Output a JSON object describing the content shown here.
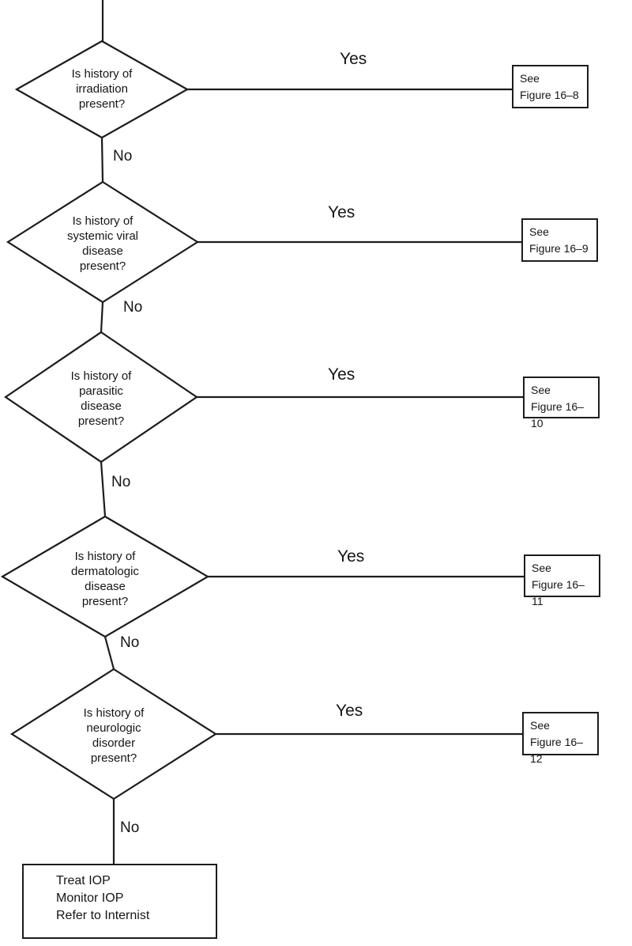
{
  "diagram": {
    "nodes": [
      {
        "question": "Is history of\nirradiation\npresent?",
        "yes": "Yes",
        "no": "No",
        "see": "See\nFigure 16–8"
      },
      {
        "question": "Is history of\nsystemic viral\ndisease\npresent?",
        "yes": "Yes",
        "no": "No",
        "see": "See\nFigure 16–9"
      },
      {
        "question": "Is history of\nparasitic\ndisease\npresent?",
        "yes": "Yes",
        "no": "No",
        "see": "See\nFigure 16–10"
      },
      {
        "question": "Is history of\ndermatologic\ndisease\npresent?",
        "yes": "Yes",
        "no": "No",
        "see": "See\nFigure 16–11"
      },
      {
        "question": "Is history of\nneurologic\ndisorder\npresent?",
        "yes": "Yes",
        "no": "No",
        "see": "See\nFigure 16–12"
      }
    ],
    "terminal": {
      "text": "Treat IOP\nMonitor IOP\nRefer to Internist"
    },
    "colors": {
      "line": "#1c1c1c",
      "background": "#ffffff",
      "text": "#151515"
    }
  }
}
